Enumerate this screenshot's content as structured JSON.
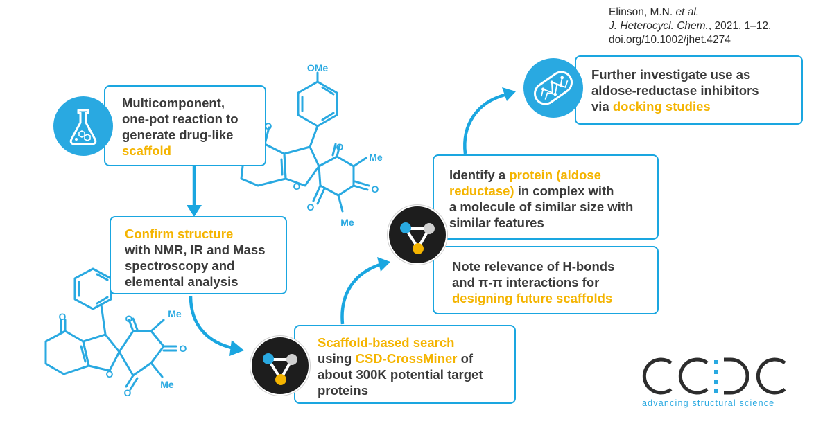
{
  "citation": {
    "authors": "Elinson, M.N.",
    "etal": "et al.",
    "journal": "J. Heterocycl. Chem.",
    "year_pages": ", 2021, 1–12.",
    "doi": "doi.org/10.1002/jhet.4274"
  },
  "box1": {
    "line1": "Multicomponent,",
    "line2": "one-pot reaction to",
    "line3": "generate drug-like",
    "highlight": "scaffold"
  },
  "box2": {
    "highlight": "Confirm structure",
    "line2": "with NMR, IR and Mass",
    "line3": "spectroscopy and",
    "line4": "elemental analysis"
  },
  "box3": {
    "highlight1": "Scaffold-based search",
    "text2a": "using ",
    "highlight2": "CSD-CrossMiner",
    "text2b": " of",
    "line3": "about 300K potential target",
    "line4": "proteins"
  },
  "box4": {
    "text1a": "Identify a ",
    "highlight1": "protein (aldose",
    "highlight2": "reductase)",
    "text2b": " in complex with",
    "line3": "a molecule of similar size with",
    "line4": "similar features"
  },
  "box5": {
    "line1": "Note relevance of H-bonds",
    "line2": "and π-π interactions for",
    "highlight": "designing future scaffolds"
  },
  "box6": {
    "line1": "Further investigate use as",
    "line2": "aldose-reductase inhibitors",
    "text3a": "via ",
    "highlight": "docking studies"
  },
  "molecule_labels": {
    "ome": "OMe",
    "me": "Me",
    "o": "O"
  },
  "logo": {
    "name": "CCDC",
    "tagline": "advancing structural science"
  },
  "colors": {
    "accent_blue": "#1aa6e0",
    "highlight_yellow": "#f4b400",
    "text_dark": "#3a3a3a",
    "logo_dark": "#2d2d2d"
  },
  "icons": [
    "flask-icon",
    "crossminer-icon",
    "protein-icon"
  ]
}
